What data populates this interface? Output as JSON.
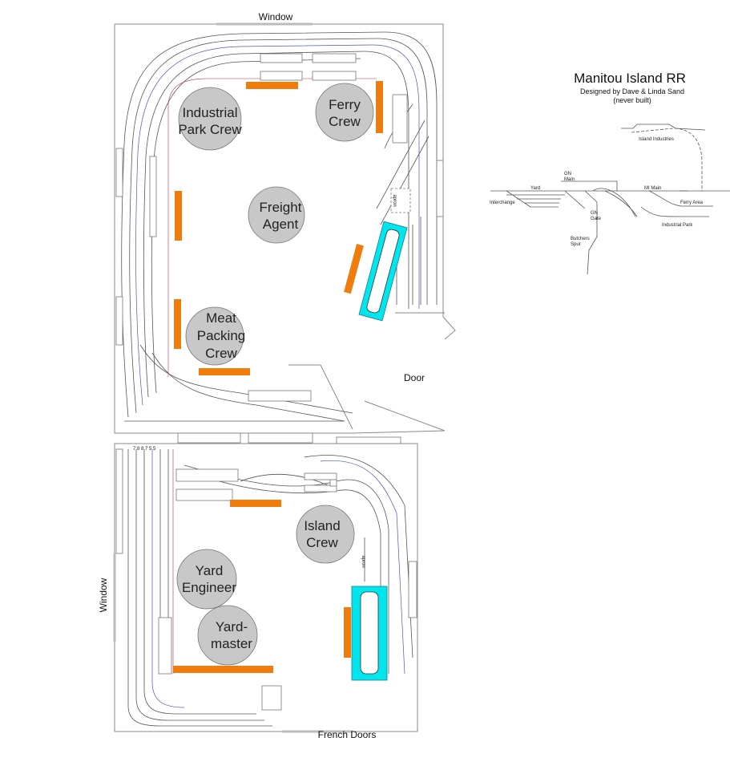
{
  "title": "Manitou Island RR",
  "subtitle": "Designed by Dave & Linda Sand",
  "note": "(never built)",
  "room_labels": {
    "window_top": "Window",
    "door": "Door",
    "window_left": "Window",
    "french_doors": "French Doors"
  },
  "crews": {
    "industrial_park": [
      "Industrial",
      "Park Crew"
    ],
    "ferry": [
      "Ferry",
      "Crew"
    ],
    "freight_agent": [
      "Freight",
      "Agent"
    ],
    "meat_packing": [
      "Meat",
      "Packing",
      "Crew"
    ],
    "island": [
      "Island",
      "Crew"
    ],
    "yard_engineer": [
      "Yard",
      "Engineer"
    ],
    "yardmaster": [
      "Yard-",
      "master"
    ]
  },
  "track_labels": {
    "apron_upper": "apron",
    "apron_lower": "apron",
    "yard_track_numbers": "7 8 8 7 5 5"
  },
  "schematic": {
    "island_industries": "Island Industries",
    "gn_main": [
      "GN",
      "Main"
    ],
    "yard": "Yard",
    "mi_main": "MI Main",
    "interchange": "Interchange",
    "gn_gate": [
      "GN",
      "Gate"
    ],
    "ferry_area": "Ferry Area",
    "industrial_park": "Industrial Park",
    "butchers_spur": [
      "Butchers",
      "Spur"
    ]
  },
  "colors": {
    "operator_desk": "#f07c0c",
    "ferry_slip": "#00e5ee",
    "crew_circle": "#c8c8c8"
  }
}
